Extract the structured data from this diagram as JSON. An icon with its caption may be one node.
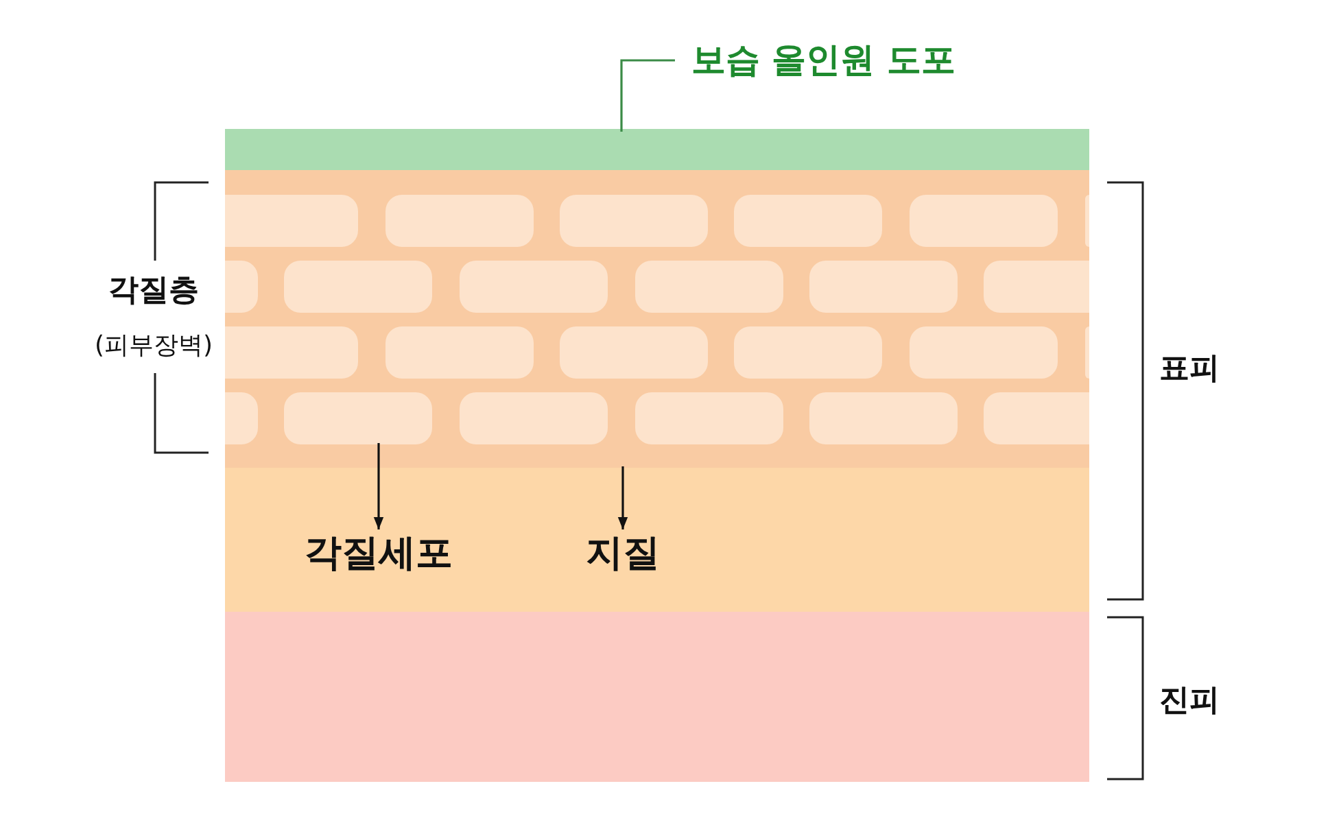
{
  "diagram": {
    "nodes": [
      {
        "text": [
          "보습 올인원 도포"
        ]
      },
      {
        "text": [],
        "shape": "band"
      },
      {
        "text": [],
        "shape": "band"
      },
      {
        "text": [],
        "shape": "band",
        "in": 2
      },
      {
        "text": [],
        "shape": "box",
        "in": 3
      },
      {
        "text": [
          "각질세포"
        ],
        "in": 2
      },
      {
        "text": [
          "지질"
        ],
        "in": 2
      },
      {
        "text": [],
        "shape": "band"
      }
    ],
    "edges": [
      {
        "from": 0,
        "to": 1,
        "arrow": "none",
        "color": "#3b8b47"
      },
      {
        "from": 4,
        "to": 5,
        "arrow": "to"
      },
      {
        "from": 3,
        "to": 6,
        "arrow": "to"
      }
    ],
    "labels": [
      "각질층",
      "(피부장벽)",
      "표피",
      "진피"
    ]
  }
}
